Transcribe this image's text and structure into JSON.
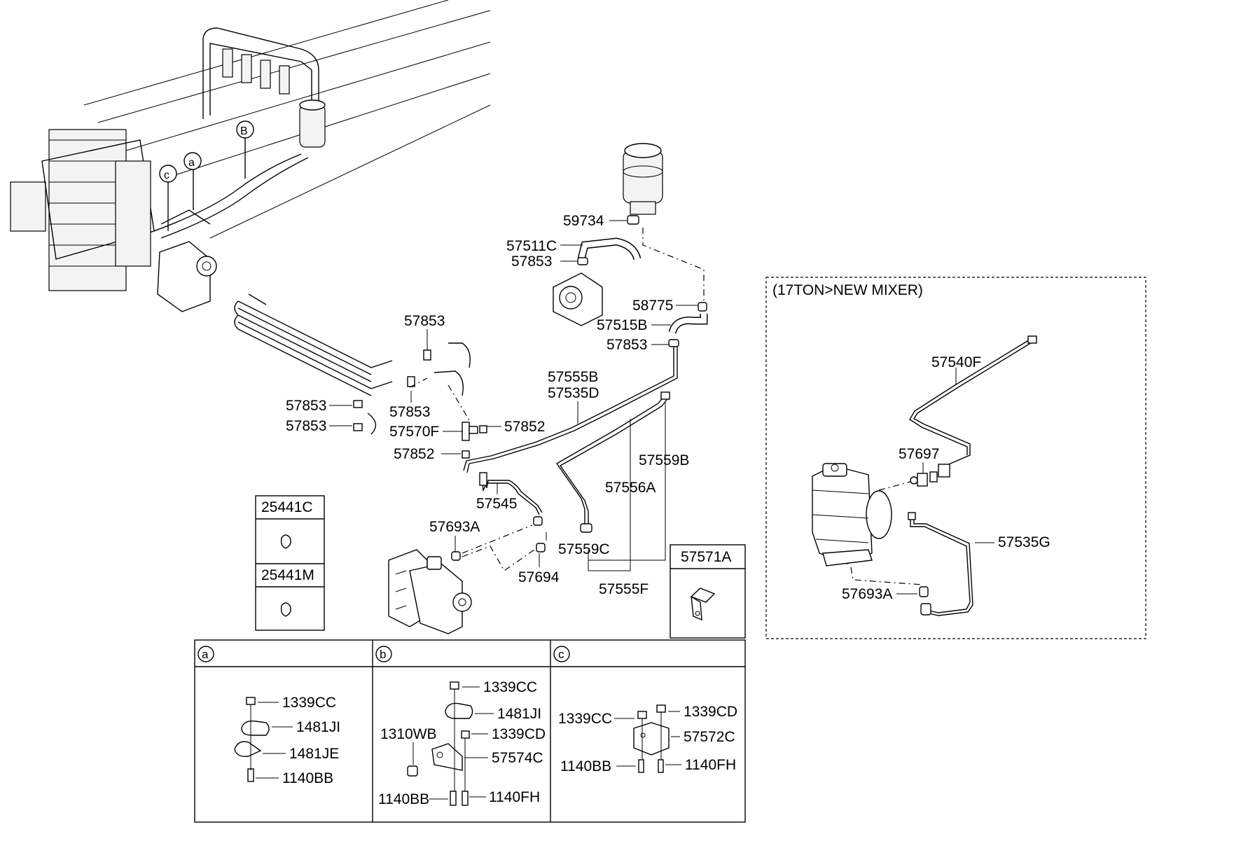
{
  "callouts": {
    "c_59734": "59734",
    "c_57511C": "57511C",
    "c_57853_a": "57853",
    "c_58775": "58775",
    "c_57515B": "57515B",
    "c_57853_b": "57853",
    "c_57853_c": "57853",
    "c_57555B": "57555B",
    "c_57535D": "57535D",
    "c_57853_d": "57853",
    "c_57853_e": "57853",
    "c_57853_f": "57853",
    "c_57570F": "57570F",
    "c_57852_a": "57852",
    "c_57852_b": "57852",
    "c_57559B": "57559B",
    "c_57556A": "57556A",
    "c_57545": "57545",
    "c_57693A": "57693A",
    "c_57559C": "57559C",
    "c_57694": "57694",
    "c_57555F": "57555F"
  },
  "markers": {
    "a": "a",
    "b": "B",
    "c": "c"
  },
  "clip_table": {
    "top": "25441C",
    "bottom": "25441M"
  },
  "bracket_box": {
    "label": "57571A"
  },
  "detail_a": {
    "header": "a",
    "labels": {
      "p1": "1339CC",
      "p2": "1481JI",
      "p3": "1481JE",
      "p4": "1140BB"
    }
  },
  "detail_b": {
    "header": "b",
    "labels": {
      "p1": "1339CC",
      "p2": "1481JI",
      "p3": "1310WB",
      "p4": "1339CD",
      "p5": "57574C",
      "p6": "1140BB",
      "p7": "1140FH"
    }
  },
  "detail_c": {
    "header": "c",
    "labels": {
      "p1": "1339CC",
      "p2": "1339CD",
      "p3": "57572C",
      "p4": "1140BB",
      "p5": "1140FH"
    }
  },
  "mixer_box": {
    "title": "(17TON>NEW MIXER)",
    "labels": {
      "p1": "57540F",
      "p2": "57697",
      "p3": "57535G",
      "p4": "57693A"
    }
  }
}
